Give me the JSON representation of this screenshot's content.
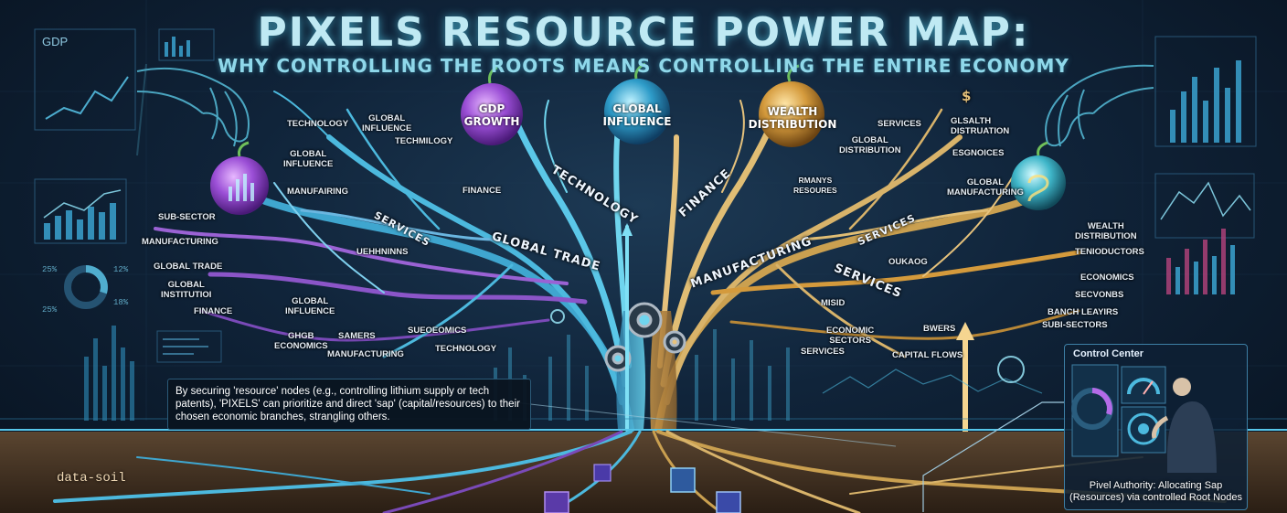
{
  "title": "PIXELS RESOURCE POWER MAP:",
  "subtitle": "WHY CONTROLLING THE ROOTS MEANS CONTROLLING THE ENTIRE ECONOMY",
  "fruits": {
    "gdp": [
      "GDP",
      "GROWTH"
    ],
    "influence": [
      "GLOBAL",
      "INFLUENCE"
    ],
    "wealth": [
      "WEALTH",
      "DISTRIBUTION"
    ]
  },
  "branches": {
    "technology": "TECHNOLOGY",
    "finance": "FINANCE",
    "services_left": "SERVICES",
    "global_trade": "GLOBAL TRADE",
    "manufacturing": "MANUFACTURING",
    "services_mid": "SERVICES",
    "services_right": "SERVICES"
  },
  "left_labels": [
    "TECHNOLOGY",
    "GLOBAL\nINFLUENCE",
    "TECHMILOGY",
    "GLOBAL\nINFLUENCE",
    "MANUFAIRING",
    "FINANCE",
    "SUB-SECTOR",
    "MANUFACTURING",
    "GLOBAL TRADE",
    "GLOBAL\nINSTITUTIOI",
    "FINANCE",
    "UEHHNINNS",
    "GLOBAL\nINFLUENCE",
    "GHGB\nECONOMICS",
    "SAMERS",
    "SUEOEOMICS",
    "MANUFACTURING",
    "TECHNOLOGY"
  ],
  "right_labels": [
    "SERVICES",
    "GLSALTH\nDISTRUATION",
    "GLOBAL\nDISTRIBUTION",
    "ESGNOICES",
    "GLOBAL\nMANUFACTURING",
    "RMANYS\nRESOURES",
    "WEALTH\nDISTRIBUTION",
    "TENIODUCTORS",
    "OUKAOG",
    "ECONOMICS",
    "SECVONBS",
    "BANCH LEAYIRS",
    "SUBI-SECTORS",
    "MISID",
    "ECONOMIC\nSECTORS",
    "BWERS",
    "SERVICES",
    "CAPITAL FLOWS"
  ],
  "dashboard": {
    "gdp_label": "GDP",
    "percents": [
      "25%",
      "12%",
      "18%",
      "25%"
    ]
  },
  "callout": "By securing 'resource' nodes (e.g., controlling lithium supply or tech patents), 'PIXELS' can prioritize and direct 'sap' (capital/resources) to their chosen economic branches, strangling others.",
  "control_center": {
    "title": "Control Center",
    "caption": "Pivel Authority: Allocating Sap (Resources) via controlled Root Nodes"
  },
  "soil_label": "data-soil",
  "dollar_sign": "$",
  "colors": {
    "left_tree": "#4fc3e8",
    "purple": "#b46be8",
    "gold": "#e8b560",
    "background": "#0f2236"
  }
}
